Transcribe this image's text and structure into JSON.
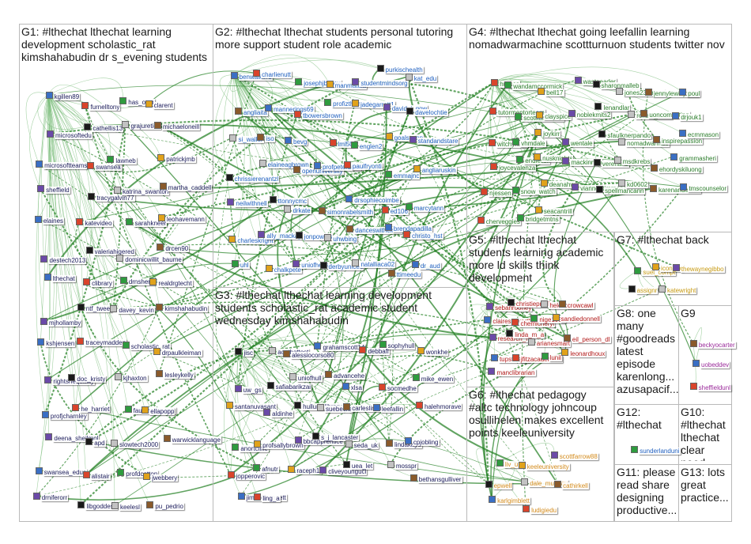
{
  "colors": {
    "edge": "#1e7d1e",
    "edge_light": "#7fbf7f",
    "box_border": "#b9b9b9",
    "label_blue": "#1f5fbf",
    "label_dark": "#1a1a5a",
    "label_green": "#2b7d2b",
    "label_red": "#b21a1a",
    "label_orange": "#d38a1a",
    "label_gold": "#c79a12",
    "label_purple": "#9a2a9a"
  },
  "groups": [
    {
      "id": "G1",
      "title": "G1: #lthechat lthechat learning development scholastic_rat kimshahabudin dr s_evening students"
    },
    {
      "id": "G2",
      "title": "G2: #lthechat lthechat students personal tutoring more support student role academic"
    },
    {
      "id": "G3",
      "title": "G3: #lthechat lthechat learning development students scholastic_rat academic student wednesday kimshahabudin"
    },
    {
      "id": "G4",
      "title": "G4: #lthechat lthechat going leefallin learning nomadwarmachine scottturnuon students twitter nov"
    },
    {
      "id": "G5",
      "title": "G5: #lthechat lthechat students learning academic more ld skills think development"
    },
    {
      "id": "G6",
      "title": "G6: #lthechat pedagogy #altc technology johncoup osullihelen makes excellent points keeleuniversity"
    },
    {
      "id": "G7",
      "title": "G7: #lthechat back great nov woot"
    },
    {
      "id": "G8",
      "title": "G8: one many #goodreads latest episode karenlong... azusapacif..."
    },
    {
      "id": "G9",
      "title": "G9"
    },
    {
      "id": "G10",
      "title": "G10: #lthechat lthechat clear need"
    },
    {
      "id": "G11",
      "title": "G11: please read share designing productive..."
    },
    {
      "id": "G12",
      "title": "G12: #lthechat"
    },
    {
      "id": "G13",
      "title": "G13: lots great practice..."
    }
  ],
  "nodes": [
    {
      "group": "G1",
      "label": "kgillen89"
    },
    {
      "group": "G1",
      "label": "furnelltony"
    },
    {
      "group": "G1",
      "label": "has_osm"
    },
    {
      "group": "G1",
      "label": "clarent"
    },
    {
      "group": "G1",
      "label": "microsoftedu"
    },
    {
      "group": "G1",
      "label": "cathellis13"
    },
    {
      "group": "G1",
      "label": "grajuretich"
    },
    {
      "group": "G1",
      "label": "michaeloneill"
    },
    {
      "group": "G1",
      "label": "microsoftteams"
    },
    {
      "group": "G1",
      "label": "swansea"
    },
    {
      "group": "G1",
      "label": "lawneb"
    },
    {
      "group": "G1",
      "label": "patrickjmb"
    },
    {
      "group": "G1",
      "label": "sheffield"
    },
    {
      "group": "G1",
      "label": "tracygalvin77"
    },
    {
      "group": "G1",
      "label": "katrina_swanton"
    },
    {
      "group": "G1",
      "label": "martha_caddell"
    },
    {
      "group": "G1",
      "label": "elaines"
    },
    {
      "group": "G1",
      "label": "katevideo"
    },
    {
      "group": "G1",
      "label": "sarahkneer"
    },
    {
      "group": "G1",
      "label": "leohavemann"
    },
    {
      "group": "G1",
      "label": "destech2013"
    },
    {
      "group": "G1",
      "label": "valeriahigered"
    },
    {
      "group": "G1",
      "label": "dominicwillit_baume"
    },
    {
      "group": "G1",
      "label": "drcen90"
    },
    {
      "group": "G1",
      "label": "lthechat"
    },
    {
      "group": "G1",
      "label": "clibrary"
    },
    {
      "group": "G1",
      "label": "drnsheriff"
    },
    {
      "group": "G1",
      "label": "realdrgtecht"
    },
    {
      "group": "G1",
      "label": "mjhollamby"
    },
    {
      "group": "G1",
      "label": "ntf_tweet"
    },
    {
      "group": "G1",
      "label": "davey_kevin"
    },
    {
      "group": "G1",
      "label": "kimshahabudin"
    },
    {
      "group": "G1",
      "label": "kshjensen"
    },
    {
      "group": "G1",
      "label": "traceymadden"
    },
    {
      "group": "G1",
      "label": "scholastic_rat"
    },
    {
      "group": "G1",
      "label": "drpaulkleiman"
    },
    {
      "group": "G1",
      "label": "rightsnequality"
    },
    {
      "group": "G1",
      "label": "doc_kristy"
    },
    {
      "group": "G1",
      "label": "kjhaxton"
    },
    {
      "group": "G1",
      "label": "lesleykelly"
    },
    {
      "group": "G1",
      "label": "profjcharnley"
    },
    {
      "group": "G1",
      "label": "he_harriet"
    },
    {
      "group": "G1",
      "label": "faustmahmood"
    },
    {
      "group": "G1",
      "label": "ellapopp"
    },
    {
      "group": "G1",
      "label": "deena_sheilmol"
    },
    {
      "group": "G1",
      "label": "apd"
    },
    {
      "group": "G1",
      "label": "slowtech2000"
    },
    {
      "group": "G1",
      "label": "warwicklanguage"
    },
    {
      "group": "G1",
      "label": "swansea_educ"
    },
    {
      "group": "G1",
      "label": "alistair"
    },
    {
      "group": "G1",
      "label": "profdcotton"
    },
    {
      "group": "G1",
      "label": "jwebbery"
    },
    {
      "group": "G1",
      "label": "drniferorr"
    },
    {
      "group": "G1",
      "label": "libgoddess"
    },
    {
      "group": "G1",
      "label": "keelesl"
    },
    {
      "group": "G1",
      "label": "pu_pedrio"
    },
    {
      "group": "G2",
      "label": "benwalker1"
    },
    {
      "group": "G2",
      "label": "charlienutt"
    },
    {
      "group": "G2",
      "label": "josephjbailey"
    },
    {
      "group": "G2",
      "label": "manmatula"
    },
    {
      "group": "G2",
      "label": "studentmindsorg"
    },
    {
      "group": "G2",
      "label": "purkischealth"
    },
    {
      "group": "G2",
      "label": "kat_edu"
    },
    {
      "group": "G2",
      "label": "angliaita"
    },
    {
      "group": "G2",
      "label": "mannerings69"
    },
    {
      "group": "G2",
      "label": "tbowersbrown"
    },
    {
      "group": "G2",
      "label": "profizthomas"
    },
    {
      "group": "G2",
      "label": "jadegarratt1"
    },
    {
      "group": "G2",
      "label": "david_j_gow"
    },
    {
      "group": "G2",
      "label": "davelochtie"
    },
    {
      "group": "G2",
      "label": "si_waller"
    },
    {
      "group": "G2",
      "label": "iso"
    },
    {
      "group": "G2",
      "label": "bevg"
    },
    {
      "group": "G2",
      "label": "lml50"
    },
    {
      "group": "G2",
      "label": "englen2"
    },
    {
      "group": "G2",
      "label": "goalsecon"
    },
    {
      "group": "G2",
      "label": "standandstare"
    },
    {
      "group": "G2",
      "label": "chrissierenantzl"
    },
    {
      "group": "G2",
      "label": "elaineagbrown"
    },
    {
      "group": "G2",
      "label": "openuniversity"
    },
    {
      "group": "G2",
      "label": "profpeterbrad"
    },
    {
      "group": "G2",
      "label": "paulfryonti"
    },
    {
      "group": "G2",
      "label": "emmajnc"
    },
    {
      "group": "G2",
      "label": "angliaruskin"
    },
    {
      "group": "G2",
      "label": "neilwithnell"
    },
    {
      "group": "G2",
      "label": "ttonnycmc"
    },
    {
      "group": "G2",
      "label": "drkate"
    },
    {
      "group": "G2",
      "label": "simonrabelsmith"
    },
    {
      "group": "G2",
      "label": "drsophiecoimbe"
    },
    {
      "group": "G2",
      "label": "ed106"
    },
    {
      "group": "G2",
      "label": "marcytann"
    },
    {
      "group": "G2",
      "label": "charleskright"
    },
    {
      "group": "G2",
      "label": "ally_mackay"
    },
    {
      "group": "G2",
      "label": "jonpowles"
    },
    {
      "group": "G2",
      "label": "uhwbing"
    },
    {
      "group": "G2",
      "label": "danceswithcloud"
    },
    {
      "group": "G2",
      "label": "brendapadilla"
    },
    {
      "group": "G2",
      "label": "christo_hst"
    },
    {
      "group": "G2",
      "label": "uhl"
    },
    {
      "group": "G2",
      "label": "chalkpete"
    },
    {
      "group": "G2",
      "label": "uniofherts"
    },
    {
      "group": "G2",
      "label": "derbyunicelt"
    },
    {
      "group": "G2",
      "label": "natalliaca02"
    },
    {
      "group": "G2",
      "label": "ttimeedu"
    },
    {
      "group": "G2",
      "label": "dr_aud"
    },
    {
      "group": "G4",
      "label": "hullsca"
    },
    {
      "group": "G4",
      "label": "wandamccormick"
    },
    {
      "group": "G4",
      "label": "bell17"
    },
    {
      "group": "G4",
      "label": "wasteeader"
    },
    {
      "group": "G4",
      "label": "sharonmalleb"
    },
    {
      "group": "G4",
      "label": "jones23emma"
    },
    {
      "group": "G4",
      "label": "jennylewinjones"
    },
    {
      "group": "G4",
      "label": "poul"
    },
    {
      "group": "G4",
      "label": "tutormentorteam"
    },
    {
      "group": "G4",
      "label": "scottturneruon"
    },
    {
      "group": "G4",
      "label": "clayspice"
    },
    {
      "group": "G4",
      "label": "noblekmits2"
    },
    {
      "group": "G4",
      "label": "lenandlar"
    },
    {
      "group": "G4",
      "label": "ronald_2008"
    },
    {
      "group": "G4",
      "label": "uoncomputing"
    },
    {
      "group": "G4",
      "label": "drjouk1"
    },
    {
      "group": "G4",
      "label": "witchynicki"
    },
    {
      "group": "G4",
      "label": "vhmdale"
    },
    {
      "group": "G4",
      "label": "joykirr"
    },
    {
      "group": "G4",
      "label": "wentale"
    },
    {
      "group": "G4",
      "label": "sfaulknerpando"
    },
    {
      "group": "G4",
      "label": "nomadwarmac"
    },
    {
      "group": "G4",
      "label": "inspirepassion"
    },
    {
      "group": "G4",
      "label": "ecmmason"
    },
    {
      "group": "G4",
      "label": "joycevalenza"
    },
    {
      "group": "G4",
      "label": "endlessli"
    },
    {
      "group": "G4",
      "label": "nusknights"
    },
    {
      "group": "G4",
      "label": "mackinnon"
    },
    {
      "group": "G4",
      "label": "verenanz"
    },
    {
      "group": "G4",
      "label": "msdkrebs"
    },
    {
      "group": "G4",
      "label": "ehordyskiluong"
    },
    {
      "group": "G4",
      "label": "grammasheri"
    },
    {
      "group": "G4",
      "label": "njessen"
    },
    {
      "group": "G4",
      "label": "snow_watch"
    },
    {
      "group": "G4",
      "label": "deanahw"
    },
    {
      "group": "G4",
      "label": "vianne_timmons"
    },
    {
      "group": "G4",
      "label": "spellmancann"
    },
    {
      "group": "G4",
      "label": "kd0602"
    },
    {
      "group": "G4",
      "label": "karenanderson"
    },
    {
      "group": "G4",
      "label": "tmscounselor"
    },
    {
      "group": "G4",
      "label": "cherveggies"
    },
    {
      "group": "G4",
      "label": "bridgetmtns"
    },
    {
      "group": "G4",
      "label": "seacantrill"
    },
    {
      "group": "G5",
      "label": "sebanrooney"
    },
    {
      "group": "G5",
      "label": "christiepritch"
    },
    {
      "group": "G5",
      "label": "helencoulshed"
    },
    {
      "group": "G5",
      "label": "crowcawl"
    },
    {
      "group": "G5",
      "label": "clairestewartbr"
    },
    {
      "group": "G5",
      "label": "chemicheryl"
    },
    {
      "group": "G5",
      "label": "nige1980"
    },
    {
      "group": "G5",
      "label": "sandiedonnell"
    },
    {
      "group": "G5",
      "label": "research_ftw"
    },
    {
      "group": "G5",
      "label": "linda_m_a"
    },
    {
      "group": "G5",
      "label": "arianesmart"
    },
    {
      "group": "G5",
      "label": "eil_person_dl"
    },
    {
      "group": "G5",
      "label": "tupstweets"
    },
    {
      "group": "G5",
      "label": "jfitzacademical"
    },
    {
      "group": "G5",
      "label": "lunil"
    },
    {
      "group": "G5",
      "label": "leonardhoux"
    },
    {
      "group": "G5",
      "label": "manclibrarian"
    },
    {
      "group": "G3",
      "label": "jisc"
    },
    {
      "group": "G3",
      "label": "acethattest"
    },
    {
      "group": "G3",
      "label": "alessiocorso80"
    },
    {
      "group": "G3",
      "label": "grahamscott14"
    },
    {
      "group": "G3",
      "label": "debbaff"
    },
    {
      "group": "G3",
      "label": "sophyhull"
    },
    {
      "group": "G3",
      "label": "wonkhe"
    },
    {
      "group": "G3",
      "label": "uw_gs"
    },
    {
      "group": "G3",
      "label": "safiabarikzai"
    },
    {
      "group": "G3",
      "label": "uniofhull"
    },
    {
      "group": "G3",
      "label": "advancehe"
    },
    {
      "group": "G3",
      "label": "xlsa"
    },
    {
      "group": "G3",
      "label": "socmedhe"
    },
    {
      "group": "G3",
      "label": "mike_ewen"
    },
    {
      "group": "G3",
      "label": "santanuvasant"
    },
    {
      "group": "G3",
      "label": "aldinhe"
    },
    {
      "group": "G3",
      "label": "hulluni_library"
    },
    {
      "group": "G3",
      "label": "suebecks"
    },
    {
      "group": "G3",
      "label": "carleslindin"
    },
    {
      "group": "G3",
      "label": "leefallin"
    },
    {
      "group": "G3",
      "label": "halehmorave"
    },
    {
      "group": "G3",
      "label": "anortcliffe"
    },
    {
      "group": "G3",
      "label": "profsallybrown"
    },
    {
      "group": "G3",
      "label": "bbcapprentice"
    },
    {
      "group": "G3",
      "label": "s_j_lancaster"
    },
    {
      "group": "G3",
      "label": "seda_uk"
    },
    {
      "group": "G3",
      "label": "lindakaye"
    },
    {
      "group": "G3",
      "label": "cpjobling"
    },
    {
      "group": "G3",
      "label": "jopperovic"
    },
    {
      "group": "G3",
      "label": "afnutr"
    },
    {
      "group": "G3",
      "label": "raceph1l"
    },
    {
      "group": "G3",
      "label": "cliveyoungucl"
    },
    {
      "group": "G3",
      "label": "uea_let"
    },
    {
      "group": "G3",
      "label": "mosspr"
    },
    {
      "group": "G3",
      "label": "bethansgulliver"
    },
    {
      "group": "G3",
      "label": "jimbobbennett"
    },
    {
      "group": "G3",
      "label": "ling_a"
    },
    {
      "group": "G6",
      "label": "liv_uni"
    },
    {
      "group": "G6",
      "label": "keeleuniversity"
    },
    {
      "group": "G6",
      "label": "scottfarrow88"
    },
    {
      "group": "G6",
      "label": "epwell"
    },
    {
      "group": "G6",
      "label": "dale_munday"
    },
    {
      "group": "G6",
      "label": "cathirkell"
    },
    {
      "group": "G6",
      "label": "karlgimblett"
    },
    {
      "group": "G6",
      "label": "ludigiedu"
    },
    {
      "group": "G7",
      "label": "suel_compt"
    },
    {
      "group": "G7",
      "label": "icon_do"
    },
    {
      "group": "G7",
      "label": "thewaynegibbo"
    },
    {
      "group": "G7",
      "label": "assignr"
    },
    {
      "group": "G7",
      "label": "katewright"
    },
    {
      "group": "G9",
      "label": "beckyocarter"
    },
    {
      "group": "G9",
      "label": "uobeddev"
    },
    {
      "group": "G9",
      "label": "sheffieldunl"
    },
    {
      "group": "G12",
      "label": "sunderlanduni"
    }
  ]
}
